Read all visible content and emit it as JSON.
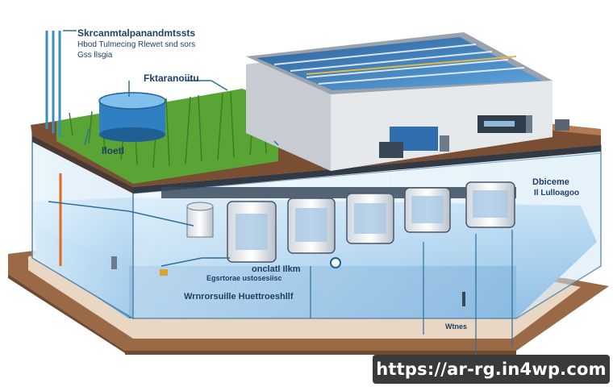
{
  "labels": {
    "top_title_line1": "Skrcanmtalpanandmtssts",
    "top_title_line2": "Hbod Tulmecing Rlewet snd sors",
    "top_title_line3": "Gss llsgia",
    "pond_label": "Fktaranoiitu",
    "grass_label": "Iloetl",
    "right_label_line1": "Dbiceme",
    "right_label_line2": "Il Lulloagoo",
    "tank_label": "Egsrtorae ustosesiisc",
    "center_label": "onclatl Ilkm",
    "bottom_label": "Wrnrorsuille Huettroeshllf",
    "water_label": "Wtnes"
  },
  "url": "https://ar-rg.in4wp.com",
  "colors": {
    "accent": "#1f3f66",
    "water": "#4f9bd8",
    "grass": "#4f9a2e",
    "soil": "#8a5a3c",
    "building": "#d9dde2",
    "badge_bg": "#3a3a3a"
  }
}
